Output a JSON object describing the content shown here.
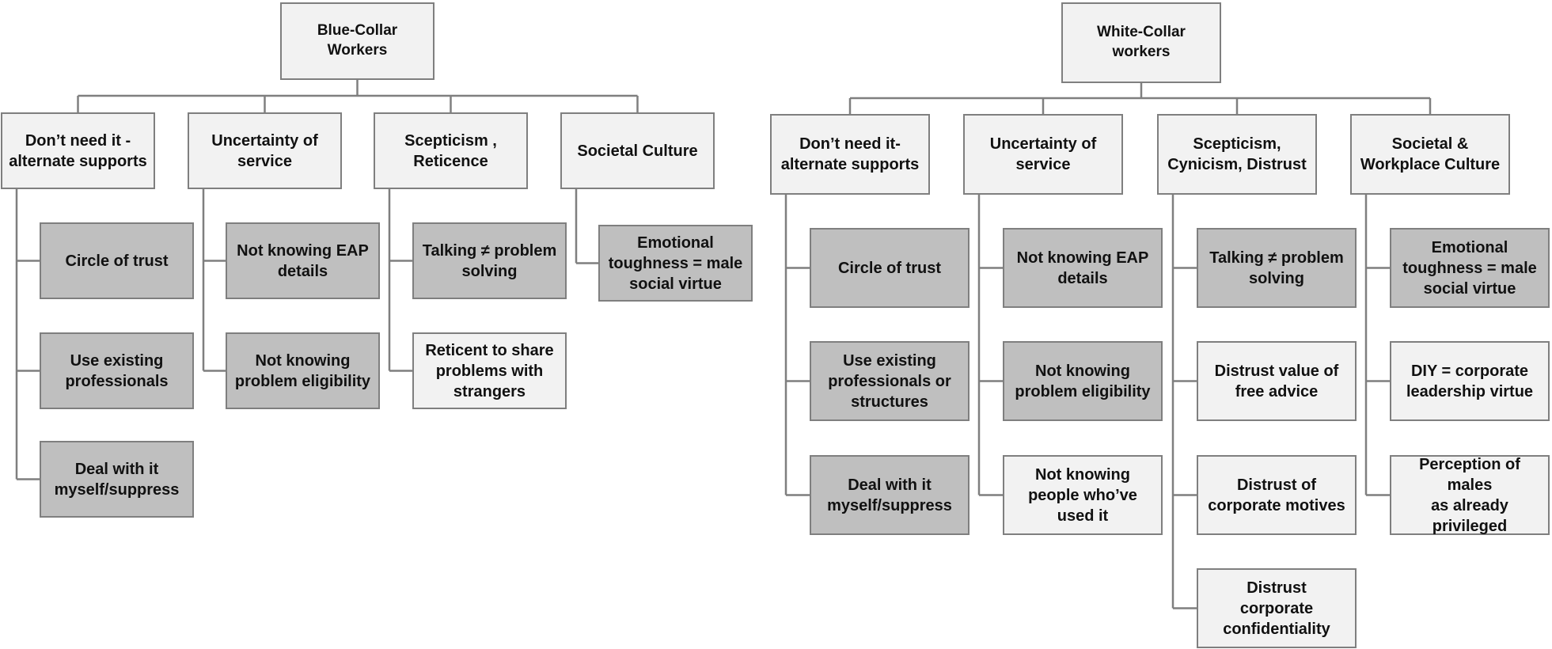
{
  "colors": {
    "line": "#7f7f7f",
    "root_fill": "#f2f2f2",
    "category_fill": "#f2f2f2",
    "item_dark_fill": "#bfbfbf",
    "item_light_fill": "#f2f2f2",
    "text": "#111111"
  },
  "trees": [
    {
      "root": {
        "label": "Blue-Collar\nWorkers"
      },
      "categories": [
        {
          "label": "Don’t need it -\nalternate supports",
          "items": [
            {
              "label": "Circle of trust",
              "tone": "dark"
            },
            {
              "label": "Use existing\nprofessionals",
              "tone": "dark"
            },
            {
              "label": "Deal with it\nmyself/suppress",
              "tone": "dark"
            }
          ]
        },
        {
          "label": "Uncertainty of\nservice",
          "items": [
            {
              "label": "Not knowing EAP\ndetails",
              "tone": "dark"
            },
            {
              "label": "Not knowing\nproblem eligibility",
              "tone": "dark"
            }
          ]
        },
        {
          "label": "Scepticism ,\nReticence",
          "items": [
            {
              "label": "Talking ≠ problem\nsolving",
              "tone": "dark"
            },
            {
              "label": "Reticent to share\nproblems with\nstrangers",
              "tone": "light"
            }
          ]
        },
        {
          "label": "Societal Culture",
          "items": [
            {
              "label": "Emotional\ntoughness = male\nsocial virtue",
              "tone": "dark"
            }
          ]
        }
      ]
    },
    {
      "root": {
        "label": "White-Collar\nworkers"
      },
      "categories": [
        {
          "label": "Don’t need it-\nalternate supports",
          "items": [
            {
              "label": "Circle of trust",
              "tone": "dark"
            },
            {
              "label": "Use existing\nprofessionals or\nstructures",
              "tone": "dark"
            },
            {
              "label": "Deal with it\nmyself/suppress",
              "tone": "dark"
            }
          ]
        },
        {
          "label": "Uncertainty of\nservice",
          "items": [
            {
              "label": "Not knowing EAP\ndetails",
              "tone": "dark"
            },
            {
              "label": "Not knowing\nproblem eligibility",
              "tone": "dark"
            },
            {
              "label": "Not knowing\npeople who’ve\nused it",
              "tone": "light"
            }
          ]
        },
        {
          "label": "Scepticism,\nCynicism, Distrust",
          "items": [
            {
              "label": "Talking ≠ problem\nsolving",
              "tone": "dark"
            },
            {
              "label": "Distrust value of\nfree advice",
              "tone": "light"
            },
            {
              "label": "Distrust of\ncorporate motives",
              "tone": "light"
            },
            {
              "label": "Distrust\ncorporate\nconfidentiality",
              "tone": "light"
            }
          ]
        },
        {
          "label": "Societal &\nWorkplace Culture",
          "items": [
            {
              "label": "Emotional\ntoughness = male\nsocial virtue",
              "tone": "dark"
            },
            {
              "label": "DIY = corporate\nleadership virtue",
              "tone": "light"
            },
            {
              "label": "Perception of males\nas already\nprivileged",
              "tone": "light"
            }
          ]
        }
      ]
    }
  ]
}
